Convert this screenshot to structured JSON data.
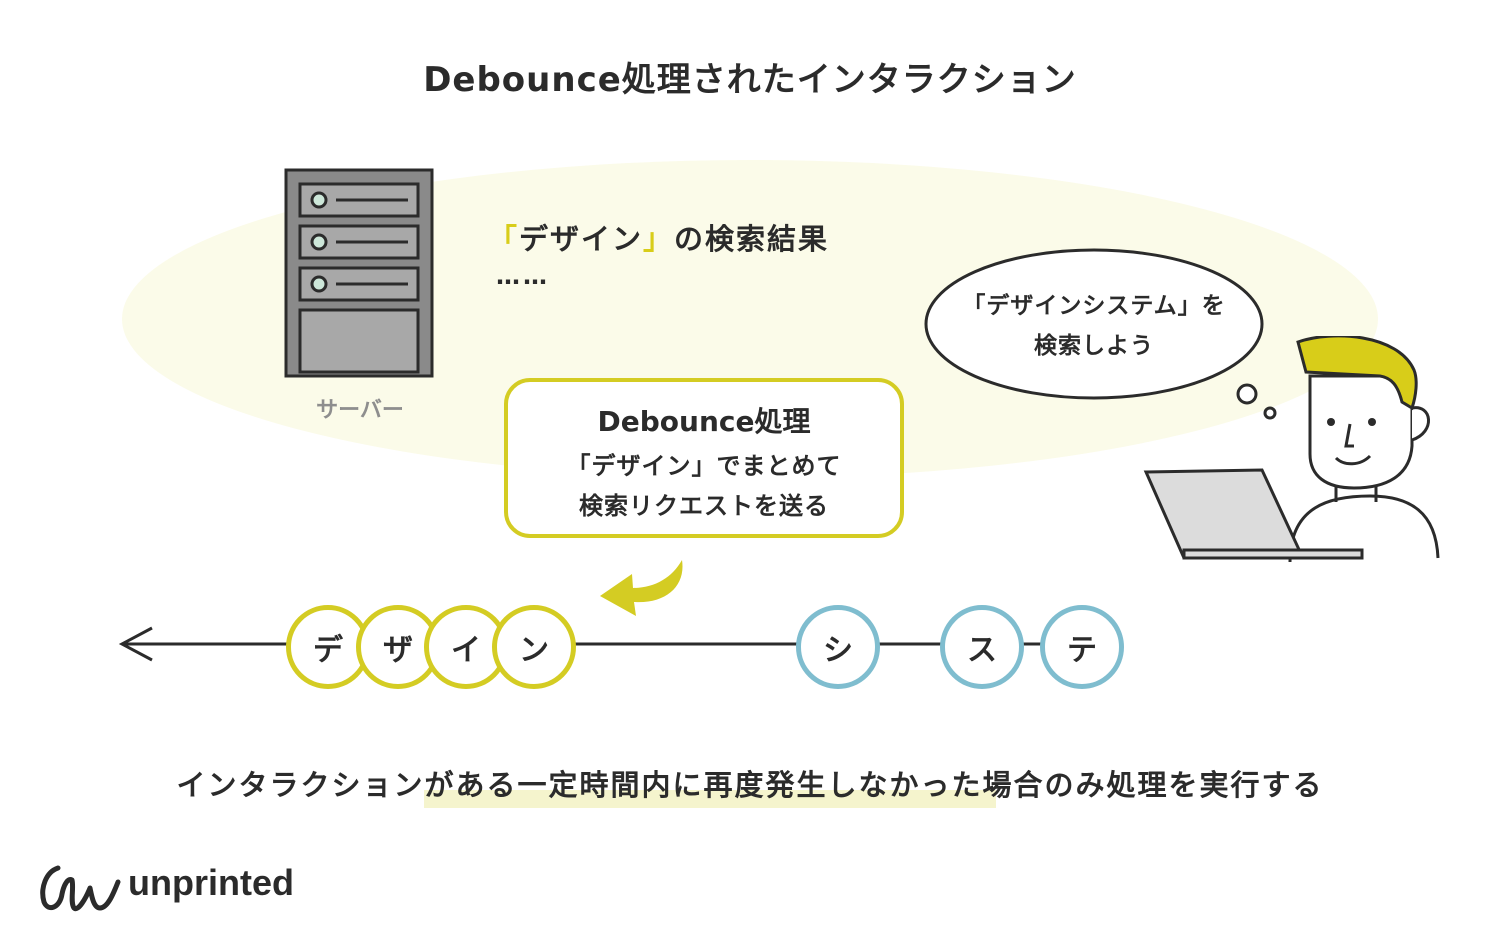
{
  "title": "Debounce処理されたインタラクション",
  "server": {
    "label": "サーバー"
  },
  "result": {
    "bracket_open": "「",
    "query": "デザイン",
    "bracket_close": "」",
    "suffix": "の検索結果",
    "dots": "……"
  },
  "callout": {
    "title": "Debounce処理",
    "line1": "「デザイン」でまとめて",
    "line2": "検索リクエストを送る"
  },
  "thought": {
    "line1": "「デザインシステム」を",
    "line2": "検索しよう"
  },
  "timeline": {
    "sent_chars": [
      "デ",
      "ザ",
      "イ",
      "ン"
    ],
    "pending_chars": [
      "シ",
      "ス",
      "テ"
    ]
  },
  "caption": "インタラクションがある一定時間内に再度発生しなかった場合のみ処理を実行する",
  "logo": {
    "text": "unprinted"
  },
  "colors": {
    "accent_yellow": "#d4cc23",
    "accent_blue": "#7fbdcf",
    "text": "#2b2b2b",
    "bg_tint": "#fbfbe9"
  }
}
